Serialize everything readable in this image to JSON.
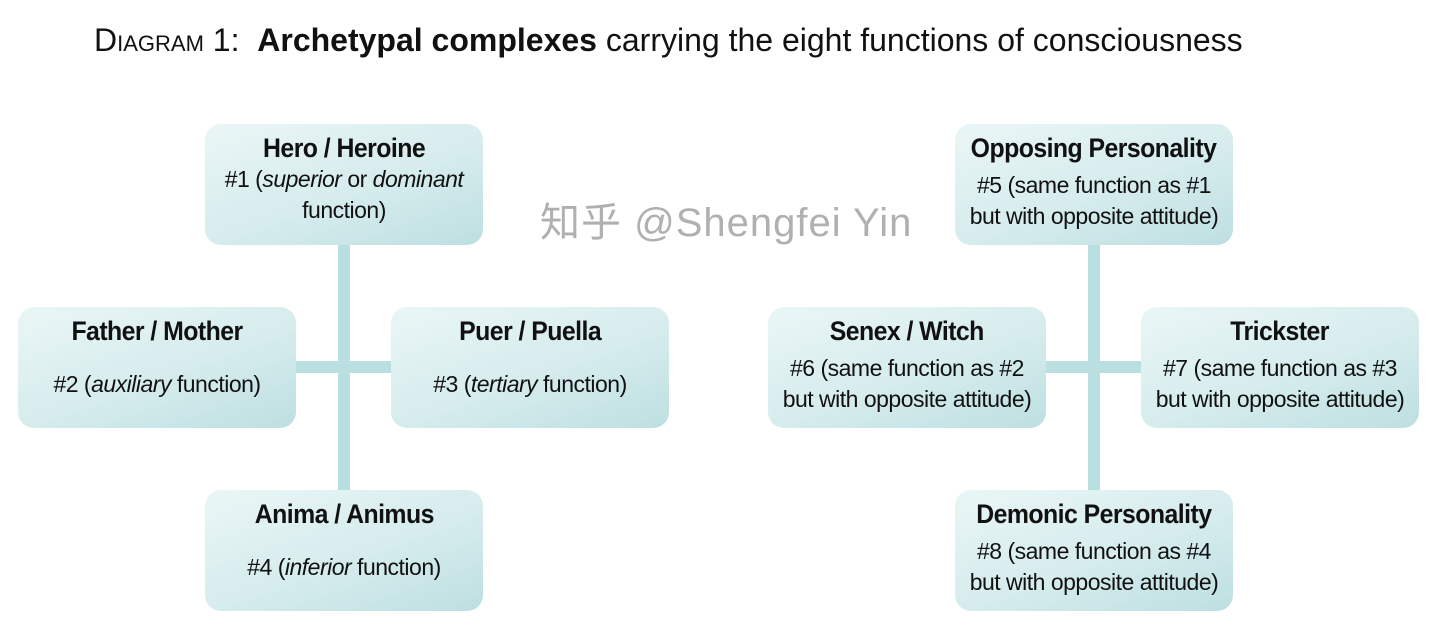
{
  "title": {
    "prefix": "Diagram 1:",
    "bold": "Archetypal complexes",
    "rest": " carrying the eight functions of consciousness"
  },
  "connector_color": "#b9dfe0",
  "box_colors": [
    "#eaf6f6",
    "#bddfe1"
  ],
  "left_group": {
    "top": {
      "heading": "Hero / Heroine",
      "desc": [
        {
          "t": "#1 ("
        },
        {
          "t": "superior",
          "i": true
        },
        {
          "t": " or "
        },
        {
          "t": "dominant",
          "i": true
        },
        {
          "t": " function)"
        }
      ]
    },
    "left": {
      "heading": "Father / Mother",
      "desc": [
        {
          "t": "#2 ("
        },
        {
          "t": "auxiliary",
          "i": true
        },
        {
          "t": " function)"
        }
      ]
    },
    "right": {
      "heading": "Puer / Puella",
      "desc": [
        {
          "t": "#3 ("
        },
        {
          "t": "tertiary",
          "i": true
        },
        {
          "t": " function)"
        }
      ]
    },
    "bottom": {
      "heading": "Anima / Animus",
      "desc": [
        {
          "t": "#4 ("
        },
        {
          "t": "inferior",
          "i": true
        },
        {
          "t": " function)"
        }
      ]
    }
  },
  "right_group": {
    "top": {
      "heading": "Opposing Personality",
      "desc": [
        {
          "t": "#5 (same function as #1 but with opposite attitude)"
        }
      ]
    },
    "left": {
      "heading": "Senex / Witch",
      "desc": [
        {
          "t": "#6 (same function as #2 but with opposite attitude)"
        }
      ]
    },
    "right": {
      "heading": "Trickster",
      "desc": [
        {
          "t": "#7 (same function as #3 but with opposite attitude)"
        }
      ]
    },
    "bottom": {
      "heading": "Demonic Personality",
      "desc": [
        {
          "t": "#8 (same function as #4 but with opposite attitude)"
        }
      ]
    }
  },
  "watermark": "知乎 @Shengfei Yin"
}
